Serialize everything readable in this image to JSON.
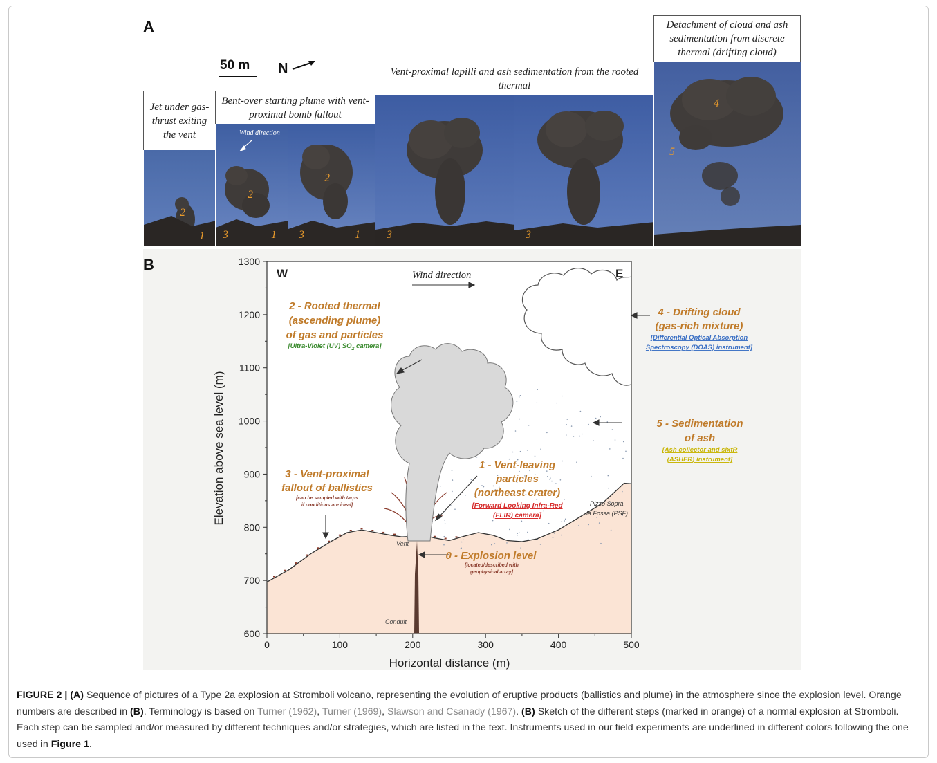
{
  "panel_a": {
    "letter": "A",
    "scale_bar": "50 m",
    "north": "N",
    "captions": {
      "jet": "Jet under gas-thrust exiting the vent",
      "bent": "Bent-over starting plume with vent-proximal bomb fallout",
      "rooted": "Vent-proximal lapilli and ash sedimentation from the rooted thermal",
      "detach": "Detachment of cloud and ash sedimentation from discrete thermal (drifting cloud)"
    },
    "wind_note": "Wind direction",
    "photo_numbers": [
      "2",
      "1",
      "3",
      "2",
      "1",
      "3",
      "2",
      "1",
      "3",
      "3",
      "4",
      "5"
    ]
  },
  "panel_b": {
    "letter": "B",
    "west": "W",
    "east": "E",
    "wind": "Wind direction",
    "vent": "Vent",
    "conduit": "Conduit",
    "psf": [
      "Pizzo Sopra",
      "la Fossa (PSF)"
    ],
    "labels": {
      "l2": [
        "2 - Rooted thermal",
        "(ascending plume)",
        "of gas and particles"
      ],
      "l2_inst": "[Ultra-Violet (UV) SO",
      "l2_inst_sub": "2",
      "l2_inst_end": " camera]",
      "l4": [
        "4 - Drifting cloud",
        "(gas-rich mixture)"
      ],
      "l4_inst": [
        "[Differential Optical Absorption",
        "Spectroscopy (DOAS) instrument]"
      ],
      "l5": [
        "5 - Sedimentation",
        "of ash"
      ],
      "l5_inst": [
        "[Ash collector and sixtR",
        "(ASHER) instrument]"
      ],
      "l1": [
        "1 - Vent-leaving",
        "particles",
        "(northeast crater)"
      ],
      "l1_inst": [
        "[Forward Looking Infra-Red",
        "(FLIR) camera]"
      ],
      "l3": [
        "3 - Vent-proximal",
        "fallout of ballistics"
      ],
      "l3_note": [
        "[can be sampled with tarps",
        "if conditions are ideal]"
      ],
      "l0": "0 - Explosion level",
      "l0_note": [
        "[located/described with",
        "geophysical array]"
      ]
    },
    "instrument_colors": {
      "uv": "#3a8a2e",
      "doas": "#3a6fc4",
      "asher": "#c8b400",
      "flir": "#d62a2a",
      "label": "#c07b2a"
    },
    "chart_data": {
      "type": "line",
      "xlabel": "Horizontal distance (m)",
      "ylabel": "Elevation above sea level (m)",
      "xlim": [
        0,
        500
      ],
      "ylim": [
        600,
        1300
      ],
      "xticks": [
        "0",
        "100",
        "200",
        "300",
        "400",
        "500"
      ],
      "yticks": [
        "600",
        "700",
        "800",
        "900",
        "1000",
        "1100",
        "1200",
        "1300"
      ],
      "series": [
        {
          "x": [
            0,
            30,
            60,
            90,
            110,
            130,
            150,
            170,
            185,
            200,
            215,
            230,
            250,
            270,
            290,
            310,
            330,
            350,
            370,
            400,
            430,
            460,
            480,
            490,
            500
          ],
          "y": [
            697,
            720,
            750,
            775,
            790,
            795,
            790,
            785,
            782,
            783,
            785,
            780,
            775,
            783,
            790,
            785,
            775,
            773,
            778,
            795,
            820,
            845,
            870,
            883,
            882
          ]
        }
      ]
    }
  },
  "caption": {
    "fig": "FIGURE 2 | ",
    "a_tag": "(A)",
    "a_text": " Sequence of pictures of a Type 2a explosion at Stromboli volcano, representing the evolution of eruptive products (ballistics and plume) in the atmosphere since the explosion level. Orange numbers are described in ",
    "b_ref": "(B)",
    "a_text2": ". Terminology is based on ",
    "ref1": "Turner (1962)",
    "sep1": ", ",
    "ref2": "Turner (1969)",
    "sep2": ", ",
    "ref3": "Slawson and Csanady (1967)",
    "sep3": ". ",
    "b_tag": "(B)",
    "b_text": " Sketch of the different steps (marked in orange) of a normal explosion at Stromboli. Each step can be sampled and/or measured by different techniques and/or strategies, which are listed in the text. Instruments used in our field experiments are underlined in different colors following the one used in ",
    "fig1": "Figure 1",
    "end": "."
  }
}
